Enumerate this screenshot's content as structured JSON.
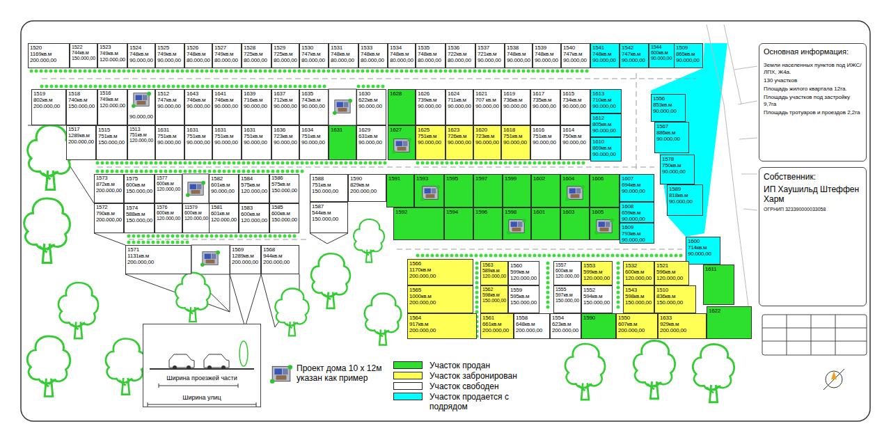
{
  "diagram": {
    "nodes": [
      {
        "text": [
          "1520",
          "1169кв.м",
          "200.000,00"
        ]
      },
      {
        "text": [
          "1522",
          "744кв.м",
          "150.000,00"
        ]
      },
      {
        "text": [
          "1523",
          "749кв.м",
          "120.000,00"
        ]
      },
      {
        "text": [
          "1524",
          "748кв.м",
          "90.000,00"
        ]
      },
      {
        "text": [
          "1525",
          "749кв.м",
          "90.000,00"
        ]
      },
      {
        "text": [
          "1526",
          "748кв.м",
          "80.000,00"
        ]
      },
      {
        "text": [
          "1527",
          "749кв.м",
          "80.000,00"
        ]
      },
      {
        "text": [
          "1528",
          "725кв.м",
          "80.000,00"
        ]
      },
      {
        "text": [
          "1529",
          "725кв.м",
          "80.000,00"
        ]
      },
      {
        "text": [
          "1530",
          "747кв.м",
          "80.000,00"
        ]
      },
      {
        "text": [
          "1531",
          "748кв.м",
          "80.000,00"
        ]
      },
      {
        "text": [
          "1533",
          "748кв.м",
          "80.000,00"
        ]
      },
      {
        "text": [
          "1534",
          "748кв.м",
          "80.000,00"
        ]
      },
      {
        "text": [
          "1535",
          "748кв.м",
          "80.000,00"
        ]
      },
      {
        "text": [
          "1536",
          "722кв.м",
          "80.000,00"
        ]
      },
      {
        "text": [
          "1537",
          "721кв.м",
          "90.000,00"
        ]
      },
      {
        "text": [
          "1538",
          "748кв.м",
          "90.000,00"
        ]
      },
      {
        "text": [
          "1539",
          "748кв.м",
          "90.000,00"
        ]
      },
      {
        "text": [
          "1540",
          "747кв.м",
          "90.000,00"
        ]
      },
      {
        "text": [
          "1541",
          "748кв.м",
          "90.000,00"
        ]
      },
      {
        "text": [
          "1542",
          "747кв.м",
          "90.000,00"
        ]
      },
      {
        "text": [
          "1544",
          "600кв.м",
          "90.000,00"
        ]
      },
      {
        "text": [
          "1509",
          "865кв.м",
          "90.000,00"
        ]
      },
      {
        "text": [
          "1519",
          "802кв.м",
          "200.000,00"
        ]
      },
      {
        "text": [
          "1518",
          "740кв.м",
          "150.000,00"
        ]
      },
      {
        "text": [
          "1516",
          "749кв.м",
          "120.000,00"
        ]
      },
      {
        "text": [
          "90.000,00"
        ]
      },
      {
        "text": [
          "1512",
          "747кв.м",
          "90.000,00"
        ]
      },
      {
        "text": [
          "1643",
          "746кв.м",
          "90.000,00"
        ]
      },
      {
        "text": [
          "1641",
          "746кв.м",
          "90.000,00"
        ]
      },
      {
        "text": [
          "1639",
          "716кв.м",
          "90.000,00"
        ]
      },
      {
        "text": [
          "1637",
          "712кв.м",
          "90.000,00"
        ]
      },
      {
        "text": [
          "1635",
          "743кв.м",
          "90.000,00"
        ]
      },
      {
        "text": [
          "1630",
          "622кв.м",
          "90.000,00"
        ]
      },
      {
        "text": [
          "1628"
        ]
      },
      {
        "text": [
          "1626",
          "739кв.м",
          "90.000,00"
        ]
      },
      {
        "text": [
          "1624",
          "711кв.м",
          "90.000,00"
        ]
      },
      {
        "text": [
          "1621",
          "707 кв.м",
          "90.000,00"
        ]
      },
      {
        "text": [
          "1619",
          "736кв.м",
          "90.000,00"
        ]
      },
      {
        "text": [
          "1617",
          "735кв.м",
          "90.000,00"
        ]
      },
      {
        "text": [
          "1615",
          "734кв.м",
          "90.000,00"
        ]
      },
      {
        "text": [
          "1613",
          "710кв.м",
          "90.000,00"
        ]
      },
      {
        "text": [
          "1612",
          "805кв.м",
          "90.000,00"
        ]
      },
      {
        "text": [
          "1610",
          "869кв.м",
          "90.000,00"
        ]
      },
      {
        "text": [
          "1517",
          "1289кв.м",
          "200.000,00"
        ]
      },
      {
        "text": [
          "1515",
          "751кв.м",
          "150.000,00"
        ]
      },
      {
        "text": [
          "1513",
          "751кв.м",
          "120.000,00"
        ]
      },
      {
        "text": [
          "1631",
          "751кв.м",
          "90.000,00"
        ]
      },
      {
        "text": [
          "1631",
          "751кв.м",
          "90.000,00"
        ]
      },
      {
        "text": [
          "1631",
          "751кв.м",
          "90.000,00"
        ]
      },
      {
        "text": [
          "1631",
          "751кв.м",
          "90.000,00"
        ]
      },
      {
        "text": [
          "1636",
          "723кв.м",
          "90.000,00"
        ]
      },
      {
        "text": [
          "1634",
          "751кв.м",
          "90.000,00"
        ]
      },
      {
        "text": [
          "1631"
        ]
      },
      {
        "text": [
          "1629",
          "631кв.м",
          "90.000,00"
        ]
      },
      {
        "text": [
          "1627"
        ]
      },
      {
        "text": [
          "1625",
          "751кв.м",
          "90.000,00"
        ]
      },
      {
        "text": [
          "1623",
          "726кв.м",
          "90.000,00"
        ]
      },
      {
        "text": [
          "1620",
          "723кв.м",
          "90.000,00"
        ]
      },
      {
        "text": [
          "1618",
          "751кв.м",
          "90.000,00"
        ]
      },
      {
        "text": [
          "1616",
          "751кв.м",
          "90.000,00"
        ]
      },
      {
        "text": [
          "1614",
          "750кв.м",
          "90.000,00"
        ]
      },
      {
        "text": [
          "1556",
          "853кв.м",
          "90.000,00"
        ]
      },
      {
        "text": [
          "1567",
          "886кв.м",
          "90.000,00"
        ]
      },
      {
        "text": [
          "1578",
          "750кв.м",
          "90.000,00"
        ]
      },
      {
        "text": [
          "1589",
          "818кв.м",
          "90.000,00"
        ]
      },
      {
        "text": [
          "1573",
          "872кв.м",
          "200.000,00"
        ]
      },
      {
        "text": [
          "1575",
          "600кв.м",
          "150.000,00"
        ]
      },
      {
        "text": [
          "1577",
          "600кв.м",
          "120.000,00"
        ]
      },
      {
        "text": [
          "1582",
          "601кв.м",
          "90.000,00"
        ]
      },
      {
        "text": [
          "1584",
          "575кв.м",
          "120.000,00"
        ]
      },
      {
        "text": [
          "1586",
          "575кв.м",
          "150.000,00"
        ]
      },
      {
        "text": [
          "1588",
          "751кв.м",
          "150.000,00"
        ]
      },
      {
        "text": [
          "1590",
          "829кв.м",
          "200.000,00"
        ]
      },
      {
        "text": [
          "1591"
        ]
      },
      {
        "text": [
          "1593"
        ]
      },
      {
        "text": [
          "1595"
        ]
      },
      {
        "text": [
          "1597"
        ]
      },
      {
        "text": [
          "1599"
        ]
      },
      {
        "text": [
          "1602"
        ]
      },
      {
        "text": [
          "1604"
        ]
      },
      {
        "text": [
          "1606"
        ]
      },
      {
        "text": [
          "1607",
          "694кв.м",
          "90.000,00"
        ]
      },
      {
        "text": [
          "1572",
          "790кв.м",
          "200.000,00"
        ]
      },
      {
        "text": [
          "1574",
          "588кв.м",
          "150.000,00"
        ]
      },
      {
        "text": [
          "1576",
          "600кв.м",
          "120.000,00"
        ]
      },
      {
        "text": [
          "11579",
          "600кв.м",
          "120.000,00"
        ]
      },
      {
        "text": [
          "1581",
          "601кв.м",
          "120.000,00"
        ]
      },
      {
        "text": [
          "1583",
          "600кв.м",
          "120.000,00"
        ]
      },
      {
        "text": [
          "1585",
          "600кв.м",
          "150.000,00"
        ]
      },
      {
        "text": [
          "1587",
          "544кв.м",
          "150.000,00"
        ]
      },
      {
        "text": [
          "1592"
        ]
      },
      {
        "text": [
          "1594"
        ]
      },
      {
        "text": [
          "1596"
        ]
      },
      {
        "text": [
          "1598"
        ]
      },
      {
        "text": [
          "1601"
        ]
      },
      {
        "text": [
          "1603"
        ]
      },
      {
        "text": [
          "1605"
        ]
      },
      {
        "text": [
          "1608",
          "659кв.м",
          "90.000,00"
        ]
      },
      {
        "text": [
          "1609",
          "793кв.м",
          "90.000,00"
        ]
      },
      {
        "text": [
          "1600",
          "714кв.м",
          "90.000,00"
        ]
      },
      {
        "text": [
          "1571",
          "1131кв.м",
          "200.000,00"
        ]
      },
      {
        "text": [
          "1569",
          "1289кв.м",
          "200.000,00"
        ]
      },
      {
        "text": [
          "1568",
          "944кв.м",
          "200.000,00"
        ]
      },
      {
        "text": [
          "1566",
          "1170кв.м",
          "200.000,00"
        ]
      },
      {
        "text": [
          "1563",
          "589кв.м",
          "120.000,00"
        ]
      },
      {
        "text": [
          "1560",
          "599кв.м",
          "120.000,00"
        ]
      },
      {
        "text": [
          "1557",
          "600кв.м",
          "120.000,00"
        ]
      },
      {
        "text": [
          "1553",
          "599кв.м",
          "120.000,00"
        ]
      },
      {
        "text": [
          "1532",
          "600кв.м",
          "120.000,00"
        ]
      },
      {
        "text": [
          "1521",
          "596кв.м",
          "120.000,00"
        ]
      },
      {
        "text": [
          "1565",
          "1000кв.м",
          "200.000,00"
        ]
      },
      {
        "text": [
          "1562",
          "598кв.м",
          "150.000,00"
        ]
      },
      {
        "text": [
          "1559",
          "595кв.м",
          "150.000,00"
        ]
      },
      {
        "text": [
          "1555",
          "597кв.м",
          "150.000,00"
        ]
      },
      {
        "text": [
          "1552",
          "594кв.м",
          "150.000,00"
        ]
      },
      {
        "text": [
          "1543",
          "598кв.м",
          "150.000,00"
        ]
      },
      {
        "text": [
          "1510",
          "836кв.м",
          "150.000,00"
        ]
      },
      {
        "text": [
          "1611"
        ]
      },
      {
        "text": [
          "1564",
          "917кв.м",
          "200.000,00"
        ]
      },
      {
        "text": [
          "1561",
          "661кв.м",
          "200.000,00"
        ]
      },
      {
        "text": [
          "1558",
          "648кв.м",
          "200.000,00"
        ]
      },
      {
        "text": [
          "1554",
          "623кв.м",
          "200.000,00"
        ]
      },
      {
        "text": [
          "1590"
        ]
      },
      {
        "text": [
          "1550",
          "607кв.м",
          "200.000,00"
        ]
      },
      {
        "text": [
          "1633",
          "929кв.м",
          "200.000,00"
        ]
      },
      {
        "text": [
          "1622"
        ]
      },
      {
        "text": [
          "Основная информация:",
          "Земли населенных пунктов под ИЖС/ЛПХ, Ж4а.",
          "130 участков",
          "Площадь жилого квартала 12га.",
          "Площадь участков под застройку 9,7га",
          "Площадь тротуаров и проездов 2,2га"
        ]
      },
      {
        "text": [
          "Собственник:",
          "ИП Хаушильд Штеффен Харм",
          "ОГРНИП 323390000033058"
        ]
      },
      {
        "text": [
          "Ширина проезжей части",
          "Ширина улиц"
        ]
      },
      {
        "text": [
          "Проект дома 10 х 12м указан как пример"
        ]
      }
    ],
    "legend": [
      {
        "text": "Участок продан",
        "color": "#2ee02e"
      },
      {
        "text": "Участок забронирован",
        "color": "#ffff55"
      },
      {
        "text": "Участок свободен",
        "color": "#ffffff"
      },
      {
        "text": "Участок продается с подрядом",
        "color": "#00ffff"
      }
    ]
  }
}
